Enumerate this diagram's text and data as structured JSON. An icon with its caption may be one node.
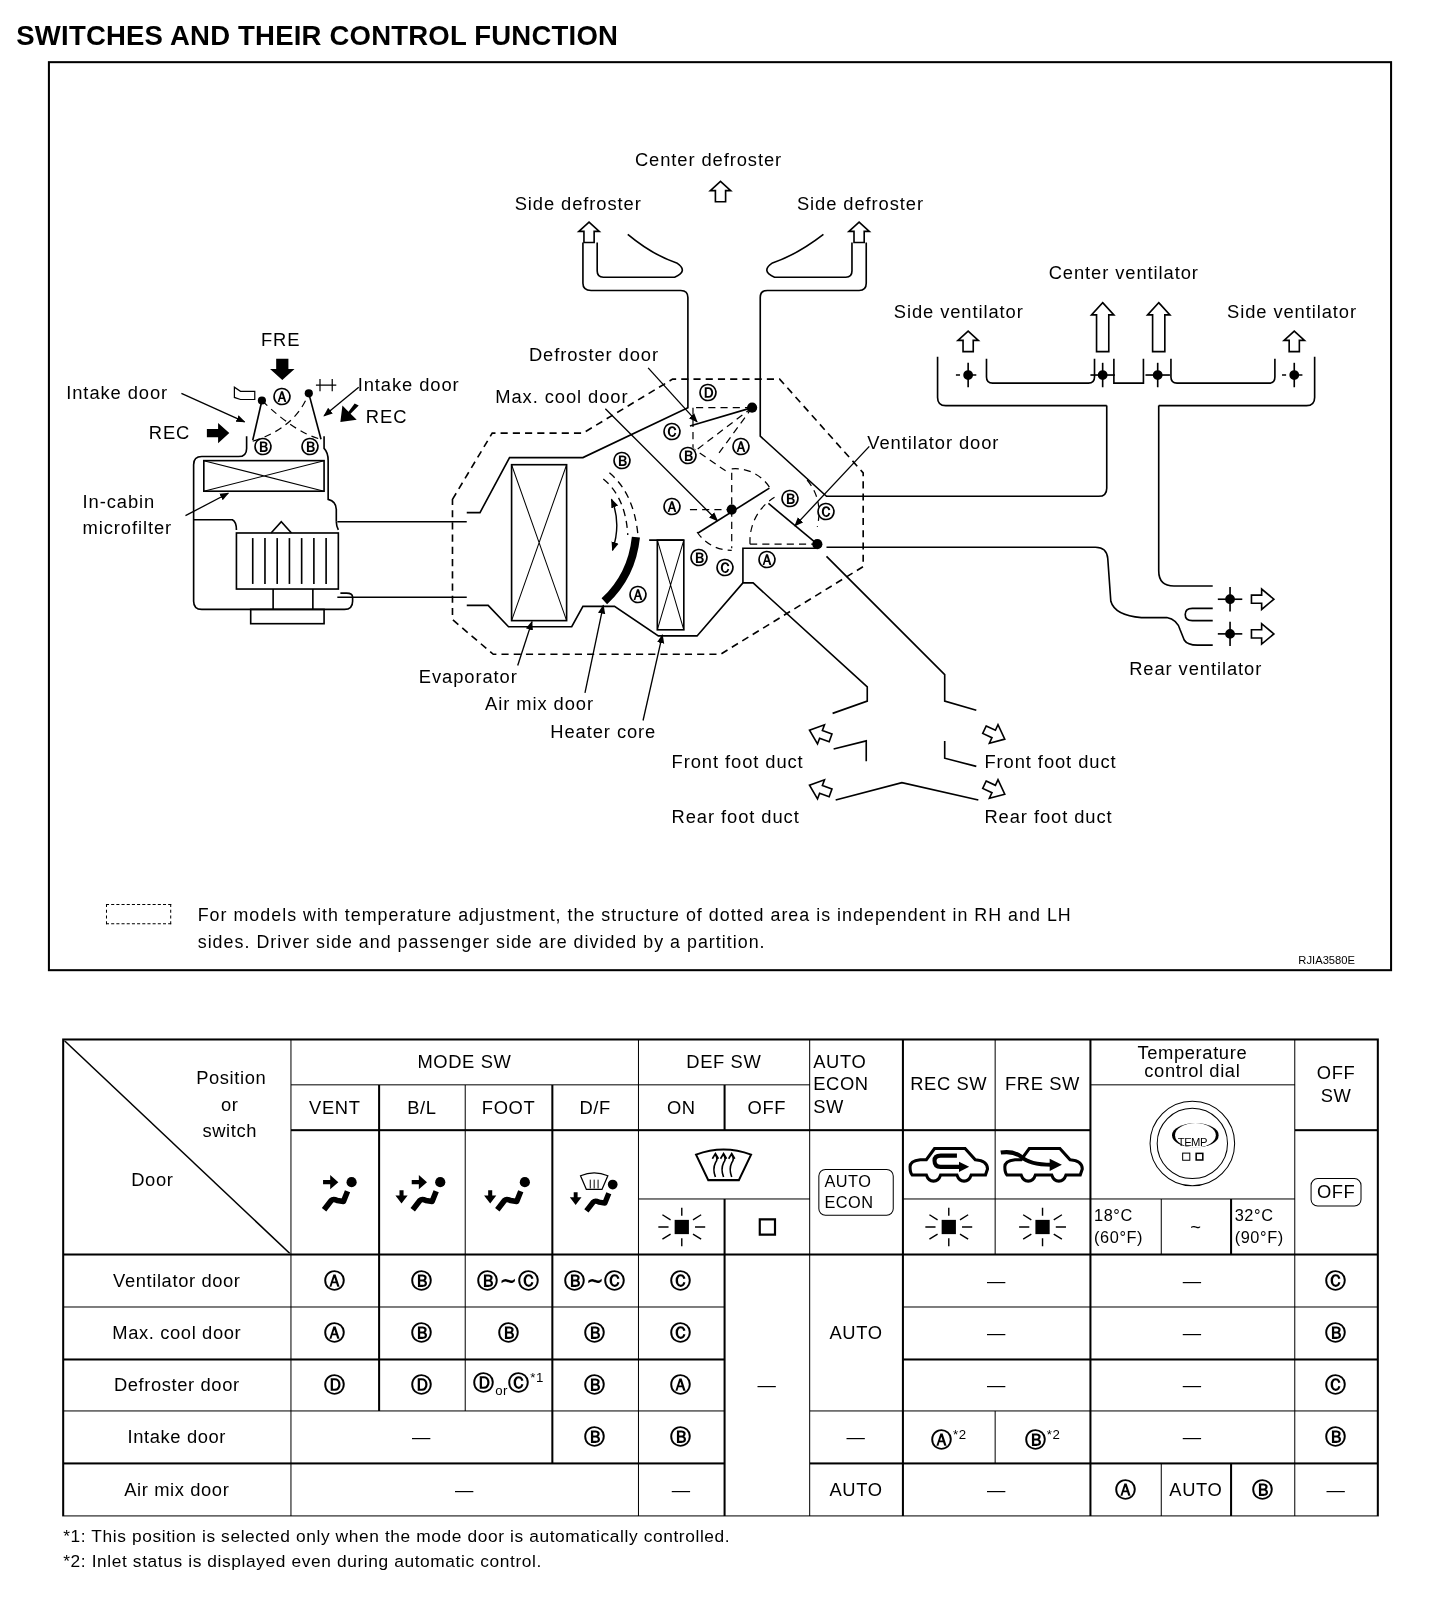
{
  "diagram": {
    "title": "SWITCHES AND THEIR CONTROL FUNCTION",
    "nodes": [
      {
        "text": [
          "Intake door"
        ]
      },
      {
        "text": [
          "Intake door"
        ]
      },
      {
        "text": [
          "In-cabin microfilter"
        ]
      },
      {
        "text": [
          "Defroster door"
        ]
      },
      {
        "text": [
          "Max. cool door"
        ]
      },
      {
        "text": [
          "Ventilator door"
        ]
      },
      {
        "text": [
          "Evaporator"
        ]
      },
      {
        "text": [
          "Air mix door"
        ]
      },
      {
        "text": [
          "Heater core"
        ]
      },
      {
        "text": [],
        "shape": "picture"
      },
      {
        "text": [],
        "shape": "picture"
      },
      {
        "text": [],
        "shape": "box"
      },
      {
        "text": [],
        "shape": "picture"
      },
      {
        "text": [],
        "shape": "picture"
      },
      {
        "text": [],
        "shape": "picture"
      },
      {
        "text": [],
        "shape": "box"
      },
      {
        "text": [],
        "shape": "picture"
      },
      {
        "text": [],
        "shape": "box"
      }
    ],
    "edges": [
      {
        "from": 0,
        "to": 9,
        "arrow": "to"
      },
      {
        "from": 1,
        "to": 10,
        "arrow": "to"
      },
      {
        "from": 2,
        "to": 11,
        "arrow": "to"
      },
      {
        "from": 3,
        "to": 12,
        "arrow": "to"
      },
      {
        "from": 4,
        "to": 13,
        "arrow": "to"
      },
      {
        "from": 5,
        "to": 14,
        "arrow": "to"
      },
      {
        "from": 6,
        "to": 15,
        "arrow": "to"
      },
      {
        "from": 7,
        "to": 16,
        "arrow": "to"
      },
      {
        "from": 8,
        "to": 17,
        "arrow": "to"
      }
    ],
    "labels": [
      "Center defroster",
      "Side defroster",
      "Side defroster",
      "Center ventilator",
      "Side ventilator",
      "Side ventilator",
      "FRE",
      "Ⓐ",
      "REC",
      "REC",
      "Ⓑ",
      "Ⓑ",
      "Ⓓ",
      "Ⓒ",
      "Ⓑ",
      "Ⓐ",
      "Ⓑ",
      "Ⓐ",
      "Ⓑ",
      "Ⓒ",
      "Ⓑ",
      "Ⓒ",
      "Ⓐ",
      "Ⓐ",
      "Rear ventilator",
      "Front foot duct",
      "Front foot duct",
      "Rear foot duct",
      "Rear foot duct",
      "RJIA3580E",
      "Position or switch",
      "Door",
      "MODE SW",
      "DEF SW",
      "AUTO ECON SW",
      "REC SW",
      "FRE SW",
      "Temperature control dial",
      "OFF SW",
      "VENT",
      "B/L",
      "FOOT",
      "D/F",
      "ON",
      "OFF",
      "TEMP",
      "AUTO ECON",
      "OFF",
      "18°C (60°F)",
      "~",
      "32°C (90°F)",
      "Ventilator door",
      "Ⓐ",
      "Ⓑ",
      "Ⓑ~Ⓒ",
      "Ⓑ~Ⓒ",
      "Ⓒ",
      "—",
      "AUTO",
      "—",
      "—",
      "Ⓒ",
      "Max. cool door",
      "Ⓐ",
      "Ⓑ",
      "Ⓑ",
      "Ⓑ",
      "Ⓒ",
      "—",
      "—",
      "Ⓑ",
      "Defroster door",
      "Ⓓ",
      "Ⓓ",
      "Ⓓ$_{or}$Ⓒ$^{*1}$",
      "Ⓑ",
      "Ⓐ",
      "—",
      "—",
      "Ⓒ",
      "Intake door",
      "—",
      "Ⓑ",
      "Ⓑ",
      "—",
      "Ⓐ$^{*2}$",
      "Ⓑ$^{*2}$",
      "—",
      "Ⓑ",
      "Air mix door",
      "—",
      "—",
      "AUTO",
      "—",
      "Ⓐ",
      "AUTO",
      "Ⓑ",
      "—",
      "*1: This position is selected only when the mode door is automatically controlled.",
      "*2: Inlet status is displayed even during automatic control."
    ],
    "legend": [
      {
        "text": "For models with temperature adjustment, the structure of dotted area is independent in RH and LH sides. Driver side and passenger side are divided by a partition."
      }
    ]
  }
}
